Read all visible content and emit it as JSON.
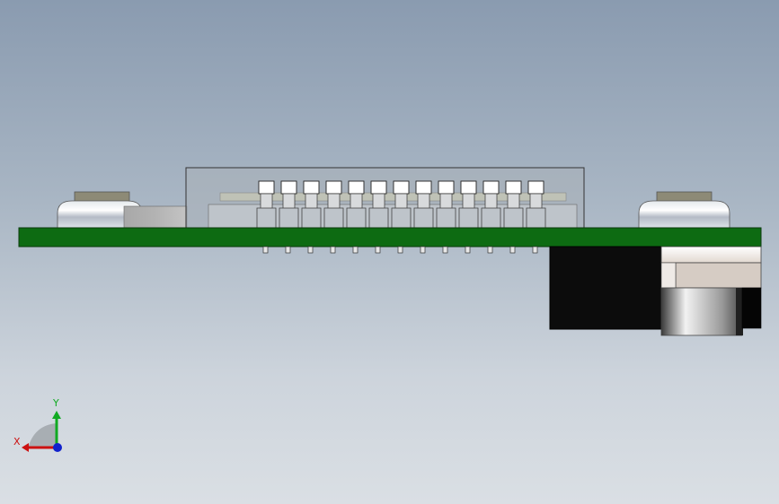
{
  "viewport": {
    "model": "pcb-assembly-side-view",
    "colors": {
      "pcb": "#0d6b12",
      "connector_body": "#b9bec3",
      "jack_body": "#0c0c0c",
      "axis_x": "#cc1111",
      "axis_y": "#11aa22",
      "axis_z": "#1122cc"
    },
    "connector_pin_count": 13
  },
  "triad": {
    "x_label": "X",
    "y_label": "Y"
  }
}
